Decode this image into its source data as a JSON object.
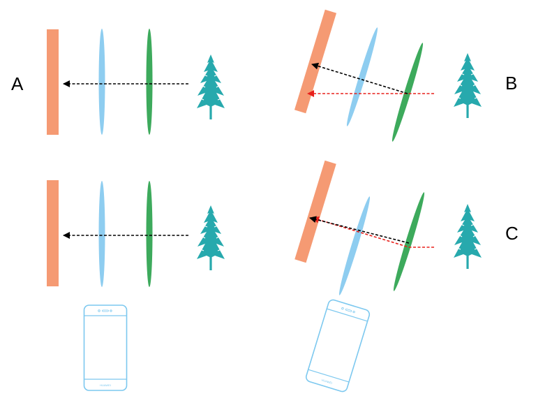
{
  "labels": {
    "a": "A",
    "b": "B",
    "c": "C"
  },
  "phone_brand": "HUAWEI",
  "colors": {
    "sensor": "#f59a73",
    "lens_blue": "#8ecdf0",
    "lens_green": "#3daa5c",
    "tree": "#27a9ad",
    "ray_black": "#000000",
    "ray_red": "#e8201b",
    "phone_outline": "#7cc8ef"
  },
  "icons": [
    "tree-icon",
    "phone-icon"
  ]
}
